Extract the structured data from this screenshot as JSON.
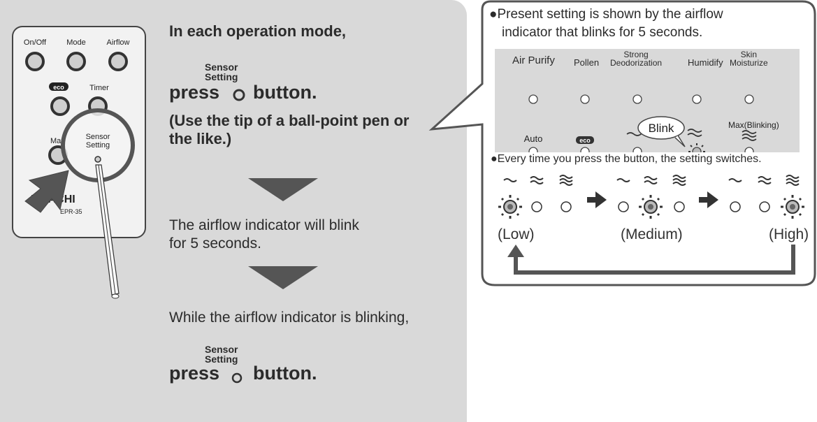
{
  "remote": {
    "buttons": {
      "onoff": "On/Off",
      "mode": "Mode",
      "airflow": "Airflow",
      "eco": "eco",
      "timer": "Timer",
      "max": "Max"
    },
    "sensor_label": [
      "Sensor",
      "Setting"
    ],
    "brand": "HITACHI",
    "model": "EPR-35"
  },
  "instructions": {
    "step1_intro": "In each operation mode,",
    "sensor_label_line1": "Sensor",
    "sensor_label_line2": "Setting",
    "press_word": "press",
    "button_word": "button.",
    "pen_note_line1": "(Use the tip of a ball-point pen or",
    "pen_note_line2": "the like.)",
    "step2_line1": "The airflow indicator will blink",
    "step2_line2": "for 5 seconds.",
    "step3_intro": "While the airflow indicator is blinking,"
  },
  "popup": {
    "note1_line1": "●Present setting is shown by the airflow",
    "note1_line2": "indicator that blinks for 5 seconds.",
    "indicators_top": [
      "Air Purify",
      "Pollen",
      "Strong",
      "Deodorization",
      "Humidify",
      "Skin",
      "Moisturize"
    ],
    "indicators_bottom": [
      "Auto",
      "eco",
      "Max(Blinking)"
    ],
    "blink_label": "Blink",
    "note2": "●Every time you press the button, the setting switches.",
    "levels": [
      "(Low)",
      "(Medium)",
      "(High)"
    ]
  },
  "colors": {
    "panel_bg": "#d9d9d9",
    "border": "#555555",
    "text": "#2b2b2b",
    "pointer": "#555555"
  }
}
